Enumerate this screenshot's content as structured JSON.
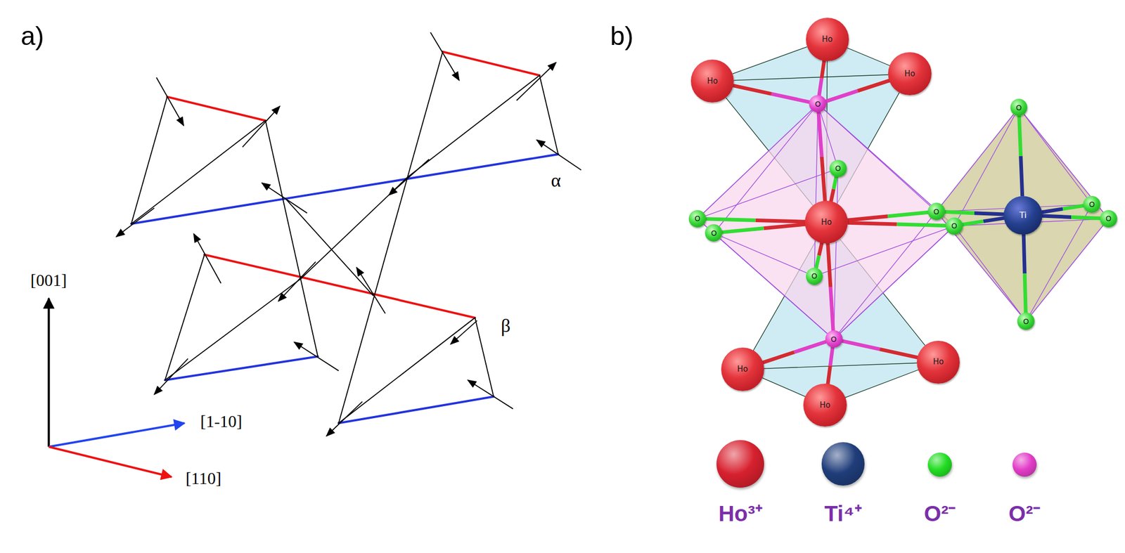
{
  "diagram": {
    "nodes": [
      {
        "text": [
          "Ho"
        ]
      },
      {
        "text": [
          "Ho"
        ]
      },
      {
        "text": [
          "Ho"
        ]
      },
      {
        "text": [
          "O"
        ]
      },
      {
        "text": [
          "O"
        ]
      },
      {
        "text": [
          "O"
        ]
      },
      {
        "text": [
          "O"
        ]
      },
      {
        "text": [
          "O"
        ]
      },
      {
        "text": [
          "Ho"
        ]
      },
      {
        "text": [
          "O"
        ]
      },
      {
        "text": [
          "O"
        ]
      },
      {
        "text": [
          "Ti"
        ]
      },
      {
        "text": [
          "O"
        ]
      },
      {
        "text": [
          "O"
        ]
      },
      {
        "text": [
          "O"
        ]
      },
      {
        "text": [
          "O"
        ]
      },
      {
        "text": [
          "O"
        ]
      },
      {
        "text": [
          "Ho"
        ]
      },
      {
        "text": [
          "Ho"
        ]
      },
      {
        "text": [
          "Ho"
        ]
      }
    ],
    "edges": [
      {
        "from": 3,
        "to": 0,
        "arrow": "none"
      },
      {
        "from": 3,
        "to": 1,
        "arrow": "none"
      },
      {
        "from": 3,
        "to": 2,
        "arrow": "none"
      },
      {
        "from": 3,
        "to": 8,
        "arrow": "none"
      },
      {
        "from": 8,
        "to": 5,
        "arrow": "none"
      },
      {
        "from": 8,
        "to": 6,
        "arrow": "none"
      },
      {
        "from": 8,
        "to": 7,
        "arrow": "none"
      },
      {
        "from": 8,
        "to": 9,
        "arrow": "none"
      },
      {
        "from": 8,
        "to": 10,
        "arrow": "none"
      },
      {
        "from": 8,
        "to": 14,
        "arrow": "none"
      },
      {
        "from": 11,
        "to": 4,
        "arrow": "none"
      },
      {
        "from": 11,
        "to": 9,
        "arrow": "none"
      },
      {
        "from": 11,
        "to": 10,
        "arrow": "none"
      },
      {
        "from": 11,
        "to": 12,
        "arrow": "none"
      },
      {
        "from": 11,
        "to": 13,
        "arrow": "none"
      },
      {
        "from": 11,
        "to": 15,
        "arrow": "none"
      },
      {
        "from": 16,
        "to": 17,
        "arrow": "none"
      },
      {
        "from": 16,
        "to": 18,
        "arrow": "none"
      },
      {
        "from": 16,
        "to": 19,
        "arrow": "none"
      },
      {
        "from": 16,
        "to": 8,
        "arrow": "none"
      }
    ],
    "labels": [
      "a)",
      "b)",
      "[001]",
      "[1-10]",
      "[110]",
      "α",
      "β"
    ],
    "legend": [
      {
        "text": "Ho³⁺",
        "color": "#d7202e"
      },
      {
        "text": "Ti⁴⁺",
        "color": "#1f3d7a"
      },
      {
        "text": "O²⁻",
        "color": "#22dd22"
      },
      {
        "text": "O²⁻",
        "color": "#e33cc8"
      }
    ]
  }
}
